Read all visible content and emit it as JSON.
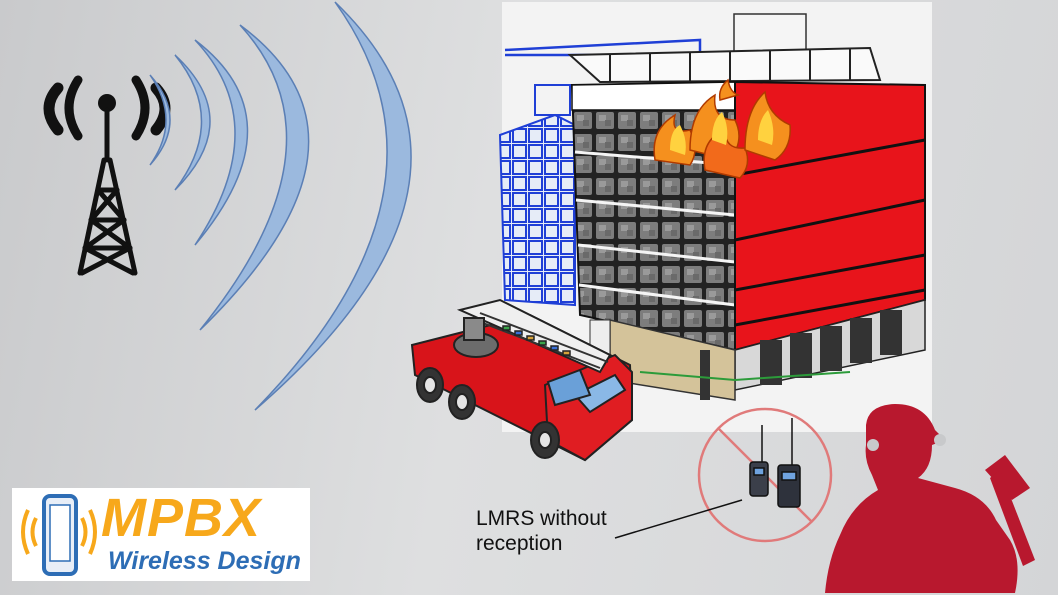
{
  "caption": "LMRS without\nreception",
  "logo": {
    "brand": "MPBX",
    "tagline": "Wireless Design"
  },
  "colors": {
    "building_red": "#e8141b",
    "wave_blue": "#9bb9de",
    "logo_orange": "#f7a81b",
    "logo_blue": "#2d6db5",
    "firefighter": "#b8182e",
    "no_signal_ring": "#e07a7a"
  },
  "icons": [
    "radio-tower-icon",
    "signal-wave-icon",
    "fire-icon",
    "fire-truck-icon",
    "walkie-talkie-icon",
    "no-signal-icon",
    "firefighter-icon",
    "phone-icon"
  ]
}
